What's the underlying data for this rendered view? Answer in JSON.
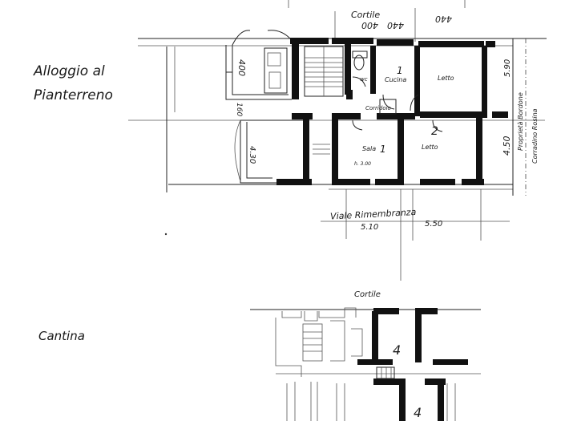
{
  "sections": {
    "ground_floor_title_line1": "Alloggio al",
    "ground_floor_title_line2": "Pianterreno",
    "cellar_title": "Cantina"
  },
  "ground_floor": {
    "courtyard_label": "Cortile",
    "top_dim_1": "400",
    "top_dim_2": "440",
    "top_dim_3": "440",
    "left_dim_top": "400",
    "left_dim_mid": "160",
    "left_dim_bottom": "4.30",
    "right_dim_top": "5.90",
    "right_dim_bottom": "4.50",
    "street_label": "Viale Rimembranza",
    "street_dim_1": "5.10",
    "street_dim_2": "5.50",
    "neighbour_line1": "Proprietà Bordone",
    "neighbour_line2": "Corradino Rosina",
    "rooms": {
      "wc": "wc",
      "kitchen": "Cucina",
      "kitchen_number": "1",
      "bedroom_top": "Letto",
      "corridor": "Corridoio",
      "living": "Sala",
      "living_number": "1",
      "living_height": "h. 3.00",
      "bedroom_bottom": "Letto",
      "bedroom_bottom_number": "2"
    }
  },
  "cellar": {
    "courtyard_label": "Cortile",
    "unit_number_top": "4",
    "unit_number_bottom": "4"
  }
}
